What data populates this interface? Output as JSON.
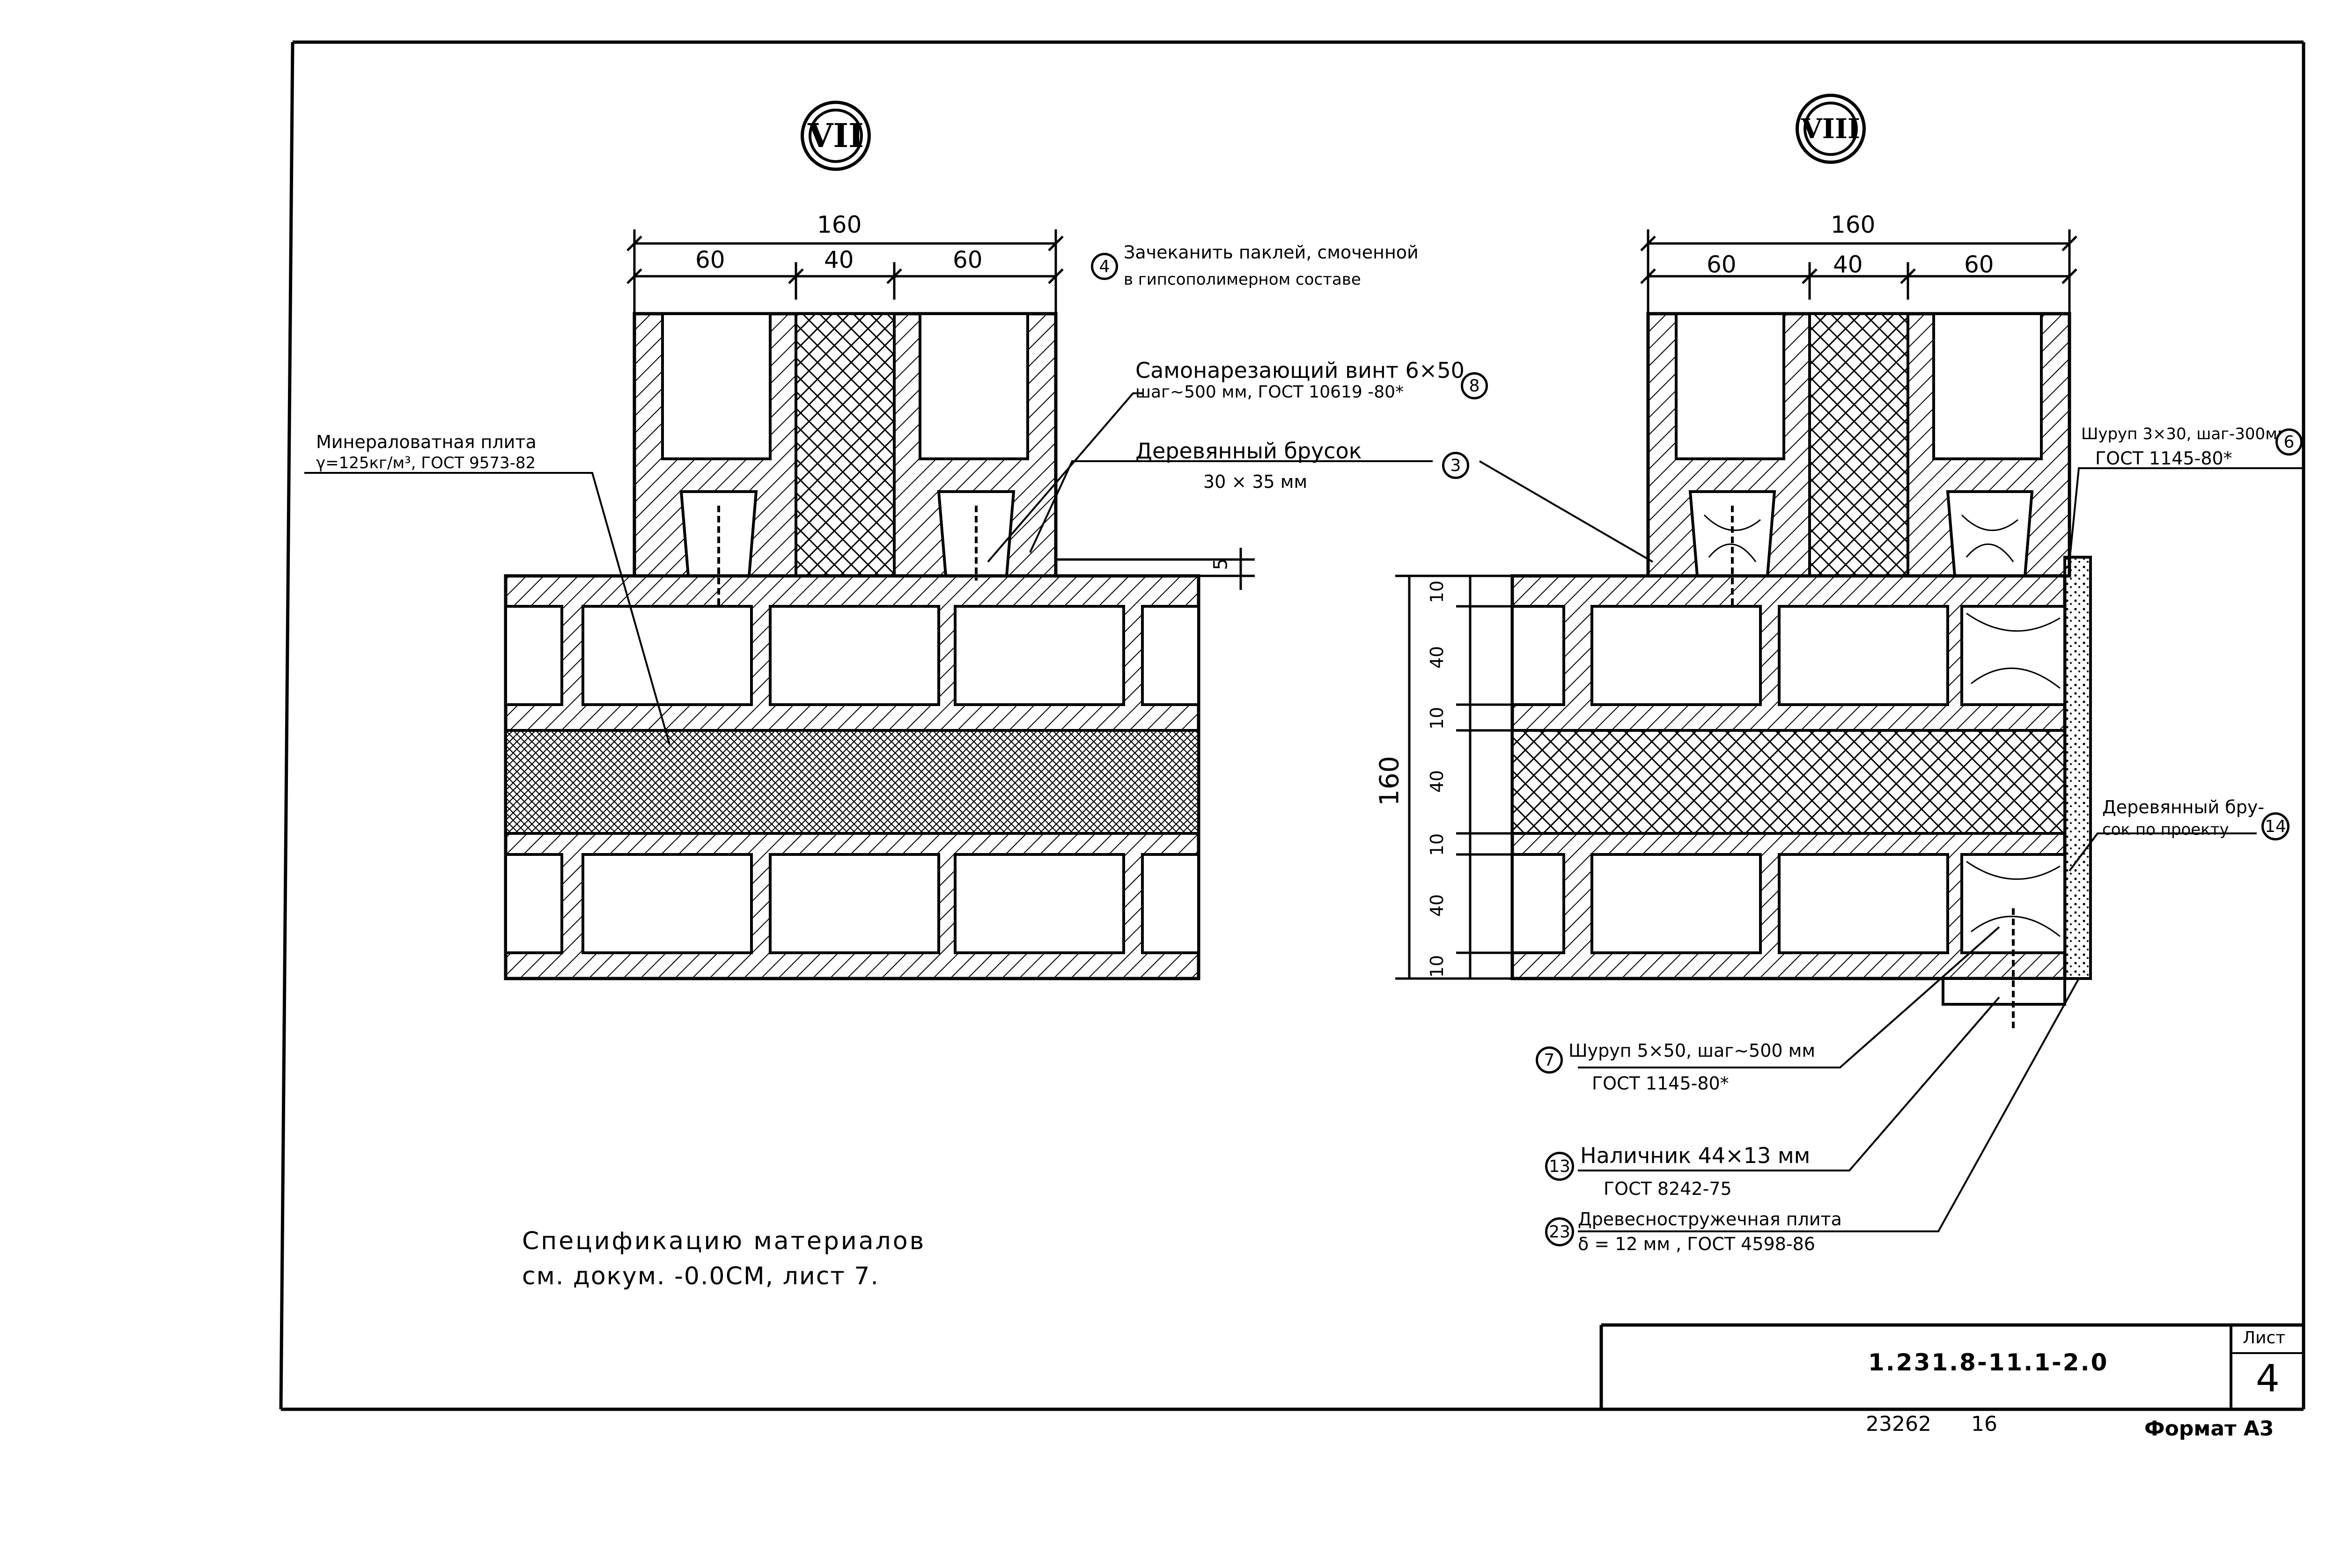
{
  "sections": {
    "left": {
      "roman": "VII"
    },
    "right": {
      "roman": "VIII"
    }
  },
  "dimensions": {
    "left_total": "160",
    "left_a": "60",
    "left_b": "40",
    "left_c": "60",
    "right_total": "160",
    "right_a": "60",
    "right_b": "40",
    "right_c": "60",
    "gap": "5",
    "vertical_total": "160",
    "v1": "10",
    "v2": "40",
    "v3": "10",
    "v4": "40",
    "v5": "10",
    "v6": "40",
    "v7": "10"
  },
  "callouts": {
    "c4": {
      "num": "4",
      "line1": "Зачеканить паклей, смоченной",
      "line2": "в гипсополимерном составе"
    },
    "c8": {
      "num": "8",
      "line1": "Самонарезающий винт 6×50",
      "line2": "шаг~500 мм, ГОСТ 10619 -80*"
    },
    "c3": {
      "num": "3",
      "line1": "Деревянный брусок",
      "line2": "30 × 35 мм"
    },
    "mineral": {
      "line1": "Минераловатная плита",
      "line2": "γ=125кг/м³, ГОСТ 9573-82"
    },
    "c6": {
      "num": "6",
      "line1": "Шуруп 3×30, шаг-300мм",
      "line2": "ГОСТ 1145-80*"
    },
    "c14": {
      "num": "14",
      "line1": "Деревянный бру-",
      "line2": "сок по проекту"
    },
    "c7": {
      "num": "7",
      "line1": "Шуруп 5×50, шаг~500 мм",
      "line2": "ГОСТ 1145-80*"
    },
    "c13": {
      "num": "13",
      "line1": "Наличник 44×13 мм",
      "line2": "ГОСТ 8242-75"
    },
    "c23": {
      "num": "23",
      "line1": "Древесностружечная плита",
      "line2": "δ = 12 мм , ГОСТ 4598-86"
    }
  },
  "spec_note": {
    "line1": "Спецификацию материалов",
    "line2": "см. докум. -0.0СМ, лист 7."
  },
  "title_block": {
    "code": "1.231.8-11.1-2.0",
    "sheet_label": "Лист",
    "sheet_number": "4"
  },
  "footer": {
    "inventory": "23262",
    "copy": "16",
    "format": "Формат А3"
  }
}
